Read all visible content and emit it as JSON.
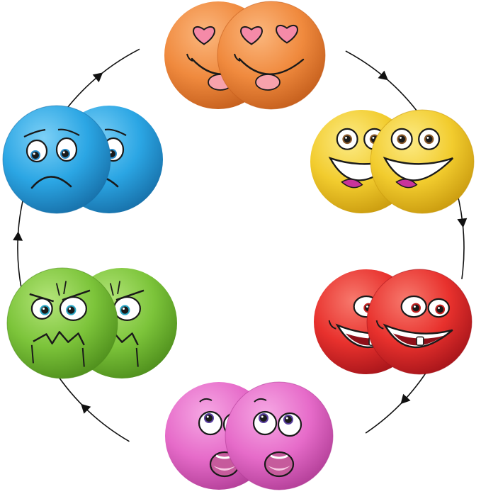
{
  "diagram": {
    "type": "emotion-cycle",
    "direction": "clockwise",
    "connector_color": "#111111",
    "nodes": [
      {
        "id": "love",
        "emotion": "in-love",
        "color": "#F08A3E",
        "highlight": "#FBB77E",
        "shade": "#C45E1C"
      },
      {
        "id": "happy",
        "emotion": "happy",
        "color": "#F2CC2E",
        "highlight": "#FCEB86",
        "shade": "#C99A0E"
      },
      {
        "id": "cheerful",
        "emotion": "cheerful",
        "color": "#E8312D",
        "highlight": "#F77A6E",
        "shade": "#A5141A"
      },
      {
        "id": "surprised",
        "emotion": "surprised",
        "color": "#E66BC9",
        "highlight": "#F6A8E4",
        "shade": "#B23E97"
      },
      {
        "id": "angry",
        "emotion": "angry",
        "color": "#7CC43A",
        "highlight": "#B4E57A",
        "shade": "#4E8E1C"
      },
      {
        "id": "sad",
        "emotion": "sad",
        "color": "#2BA6E4",
        "highlight": "#7DD0F6",
        "shade": "#176FA8"
      }
    ],
    "edges": [
      {
        "from": "love",
        "to": "happy"
      },
      {
        "from": "happy",
        "to": "cheerful"
      },
      {
        "from": "cheerful",
        "to": "surprised"
      },
      {
        "from": "surprised",
        "to": "angry"
      },
      {
        "from": "angry",
        "to": "sad"
      },
      {
        "from": "sad",
        "to": "love"
      }
    ]
  }
}
